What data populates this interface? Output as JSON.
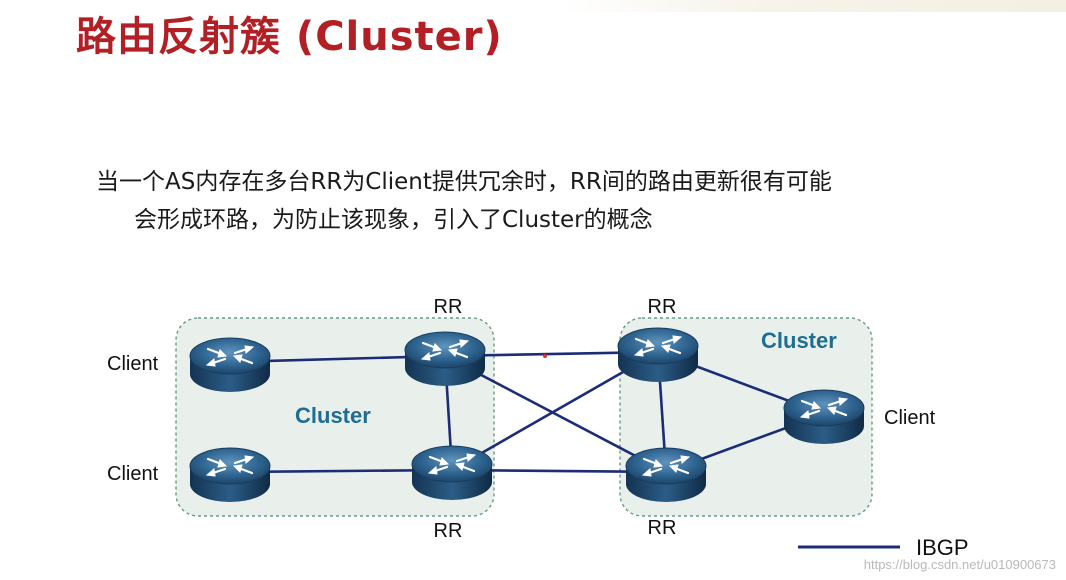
{
  "slide": {
    "title": "路由反射簇 (Cluster)",
    "text_line1": "当一个AS内存在多台RR为Client提供冗余时，RR间的路由更新很有可能",
    "text_line2": "会形成环路，为防止该现象，引入了Cluster的概念"
  },
  "diagram": {
    "clusters": [
      {
        "id": "left",
        "label": "Cluster"
      },
      {
        "id": "right",
        "label": "Cluster"
      }
    ],
    "routers": [
      {
        "id": "c1",
        "label": "Client",
        "role": "client",
        "cluster": "left"
      },
      {
        "id": "c2",
        "label": "Client",
        "role": "client",
        "cluster": "left"
      },
      {
        "id": "rr1",
        "label": "RR",
        "role": "rr",
        "cluster": "left"
      },
      {
        "id": "rr2",
        "label": "RR",
        "role": "rr",
        "cluster": "left"
      },
      {
        "id": "rr3",
        "label": "RR",
        "role": "rr",
        "cluster": "right"
      },
      {
        "id": "rr4",
        "label": "RR",
        "role": "rr",
        "cluster": "right"
      },
      {
        "id": "c3",
        "label": "Client",
        "role": "client",
        "cluster": "right"
      }
    ],
    "links": [
      [
        "c1",
        "rr1"
      ],
      [
        "c2",
        "rr2"
      ],
      [
        "rr1",
        "rr2"
      ],
      [
        "rr1",
        "rr3"
      ],
      [
        "rr1",
        "rr4"
      ],
      [
        "rr2",
        "rr3"
      ],
      [
        "rr2",
        "rr4"
      ],
      [
        "rr3",
        "rr4"
      ],
      [
        "rr3",
        "c3"
      ],
      [
        "rr4",
        "c3"
      ]
    ],
    "legend": {
      "label": "IBGP"
    },
    "colors": {
      "link": "#1c2c77",
      "cluster_label": "#1f6e92",
      "cluster_fill": "#e9f0ec",
      "router": "#2a5880"
    }
  },
  "watermark": "https://blog.csdn.net/u010900673"
}
